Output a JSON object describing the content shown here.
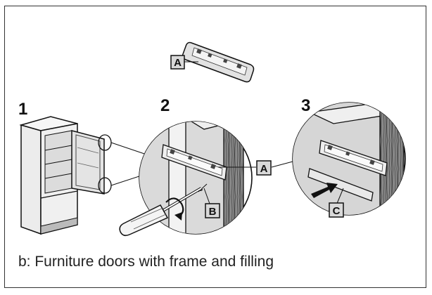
{
  "steps": [
    {
      "number": "1"
    },
    {
      "number": "2"
    },
    {
      "number": "3"
    }
  ],
  "labels": {
    "a_top": "A",
    "a_detail": "A",
    "b": "B",
    "c": "C"
  },
  "caption": "b: Furniture doors with frame and filling",
  "colors": {
    "line": "#111111",
    "door_grey": "#d6d6d6",
    "wood_dark": "#6e6e6e",
    "label_fill": "#d9d9d9"
  },
  "icons": [
    "hinge-plate",
    "screwdriver",
    "rotation-arrow",
    "push-arrow",
    "refrigerator"
  ]
}
